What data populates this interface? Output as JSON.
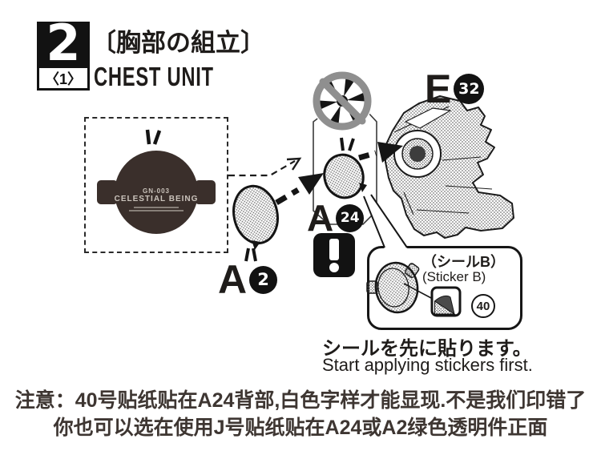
{
  "header": {
    "step": "2",
    "substep": "〈1〉",
    "title_jp": "〔胸部の組立〕",
    "title_en": "CHEST UNIT"
  },
  "preview": {
    "brand_line1": "GN-003",
    "brand_line2": "CELESTIAL BEING"
  },
  "parts": {
    "a2": {
      "letter": "A",
      "number": "2"
    },
    "a24": {
      "letter": "A",
      "number": "24"
    },
    "e32": {
      "letter": "E",
      "number": "32"
    }
  },
  "callout": {
    "jp": "（シールB）",
    "en": "(Sticker B)",
    "number": "40"
  },
  "instruction": {
    "jp": "シールを先に貼ります。",
    "en": "Start applying stickers first."
  },
  "notes": {
    "line1": "注意：40号贴纸贴在A24背部,白色字样才能显现.不是我们印错了",
    "line2": "你也可以选在使用J号贴纸贴在A24或A2绿色透明件正面"
  },
  "icons": {
    "warning": "exclamation-icon",
    "prohibition": "crossed-runner-icon",
    "sticker_peel": "sticker-peel-icon"
  },
  "colors": {
    "ink": "#1f1c1a",
    "note_ink": "#3e3632",
    "part_dark": "#3a2f2b",
    "halftone": "#707070",
    "prohibit_gray": "#8f8f8f"
  }
}
